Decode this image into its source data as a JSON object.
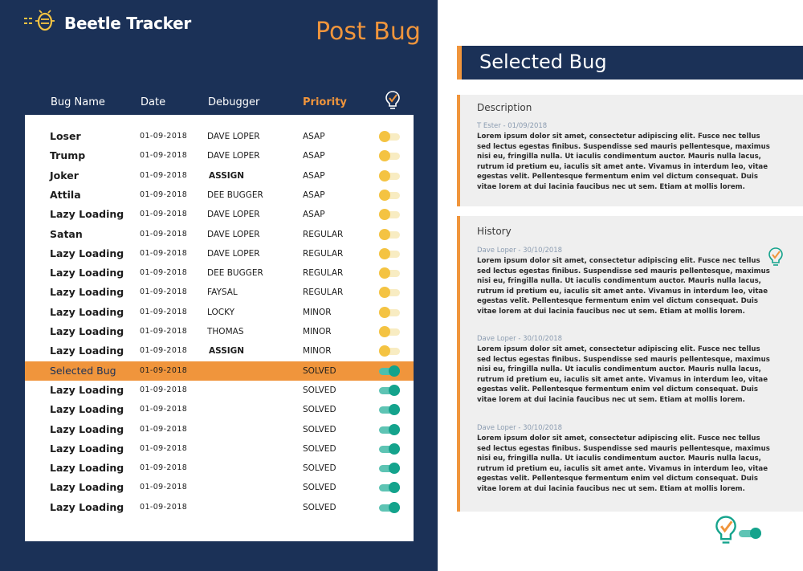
{
  "app": {
    "title": "Beetle Tracker",
    "post_bug_label": "Post Bug"
  },
  "table": {
    "headers": {
      "name": "Bug Name",
      "date": "Date",
      "debugger": "Debugger",
      "priority": "Priority"
    },
    "rows": [
      {
        "name": "Loser",
        "date": "01-09-2018",
        "debugger": "DAVE LOPER",
        "priority": "ASAP",
        "status": "off"
      },
      {
        "name": "Trump",
        "date": "01-09-2018",
        "debugger": "DAVE LOPER",
        "priority": "ASAP",
        "status": "off"
      },
      {
        "name": "Joker",
        "date": "01-09-2018",
        "debugger": "ASSIGN",
        "priority": "ASAP",
        "status": "off"
      },
      {
        "name": "Attila",
        "date": "01-09-2018",
        "debugger": "DEE BUGGER",
        "priority": "ASAP",
        "status": "off"
      },
      {
        "name": "Lazy Loading",
        "date": "01-09-2018",
        "debugger": "DAVE LOPER",
        "priority": "ASAP",
        "status": "off"
      },
      {
        "name": "Satan",
        "date": "01-09-2018",
        "debugger": "DAVE LOPER",
        "priority": "REGULAR",
        "status": "off"
      },
      {
        "name": "Lazy Loading",
        "date": "01-09-2018",
        "debugger": "DAVE LOPER",
        "priority": "REGULAR",
        "status": "off"
      },
      {
        "name": "Lazy Loading",
        "date": "01-09-2018",
        "debugger": "DEE BUGGER",
        "priority": "REGULAR",
        "status": "off"
      },
      {
        "name": "Lazy Loading",
        "date": "01-09-2018",
        "debugger": "FAYSAL",
        "priority": "REGULAR",
        "status": "off"
      },
      {
        "name": "Lazy Loading",
        "date": "01-09-2018",
        "debugger": "LOCKY",
        "priority": "MINOR",
        "status": "off"
      },
      {
        "name": "Lazy Loading",
        "date": "01-09-2018",
        "debugger": "THOMAS",
        "priority": "MINOR",
        "status": "off"
      },
      {
        "name": "Lazy Loading",
        "date": "01-09-2018",
        "debugger": "ASSIGN",
        "priority": "MINOR",
        "status": "off"
      },
      {
        "name": "Selected Bug",
        "date": "01-09-2018",
        "debugger": "",
        "priority": "SOLVED",
        "status": "on",
        "selected": true
      },
      {
        "name": "Lazy Loading",
        "date": "01-09-2018",
        "debugger": "",
        "priority": "SOLVED",
        "status": "on"
      },
      {
        "name": "Lazy Loading",
        "date": "01-09-2018",
        "debugger": "",
        "priority": "SOLVED",
        "status": "on"
      },
      {
        "name": "Lazy Loading",
        "date": "01-09-2018",
        "debugger": "",
        "priority": "SOLVED",
        "status": "on"
      },
      {
        "name": "Lazy Loading",
        "date": "01-09-2018",
        "debugger": "",
        "priority": "SOLVED",
        "status": "on"
      },
      {
        "name": "Lazy Loading",
        "date": "01-09-2018",
        "debugger": "",
        "priority": "SOLVED",
        "status": "on"
      },
      {
        "name": "Lazy Loading",
        "date": "01-09-2018",
        "debugger": "",
        "priority": "SOLVED",
        "status": "on"
      },
      {
        "name": "Lazy Loading",
        "date": "01-09-2018",
        "debugger": "",
        "priority": "SOLVED",
        "status": "on"
      }
    ]
  },
  "selected": {
    "title": "Selected Bug",
    "description": {
      "title": "Description",
      "meta": "T Ester - 01/09/2018",
      "text": "Lorem ipsum dolor sit amet, consectetur adipiscing elit. Fusce nec tellus sed lectus egestas finibus. Suspendisse sed mauris pellentesque, maximus nisi eu, fringilla nulla. Ut iaculis condimentum auctor. Mauris nulla lacus, rutrum id pretium eu, iaculis sit amet ante. Vivamus in interdum leo, vitae egestas velit. Pellentesque fermentum enim vel dictum consequat. Duis vitae lorem at dui lacinia faucibus nec ut sem. Etiam at mollis lorem."
    },
    "history": {
      "title": "History",
      "entries": [
        {
          "meta": "Dave Loper - 30/10/2018",
          "text": "Lorem ipsum dolor sit amet, consectetur adipiscing elit. Fusce nec tellus sed lectus egestas finibus. Suspendisse sed mauris pellentesque, maximus nisi eu, fringilla nulla. Ut iaculis condimentum auctor. Mauris nulla lacus, rutrum id pretium eu, iaculis sit amet ante. Vivamus in interdum leo, vitae egestas velit. Pellentesque fermentum enim vel dictum consequat. Duis vitae lorem at dui lacinia faucibus nec ut sem. Etiam at mollis lorem."
        },
        {
          "meta": "Dave Loper - 30/10/2018",
          "text": "Lorem ipsum dolor sit amet, consectetur adipiscing elit. Fusce nec tellus sed lectus egestas finibus. Suspendisse sed mauris pellentesque, maximus nisi eu, fringilla nulla. Ut iaculis condimentum auctor. Mauris nulla lacus, rutrum id pretium eu, iaculis sit amet ante. Vivamus in interdum leo, vitae egestas velit. Pellentesque fermentum enim vel dictum consequat. Duis vitae lorem at dui lacinia faucibus nec ut sem. Etiam at mollis lorem."
        },
        {
          "meta": "Dave Loper - 30/10/2018",
          "text": "Lorem ipsum dolor sit amet, consectetur adipiscing elit. Fusce nec tellus sed lectus egestas finibus. Suspendisse sed mauris pellentesque, maximus nisi eu, fringilla nulla. Ut iaculis condimentum auctor. Mauris nulla lacus, rutrum id pretium eu, iaculis sit amet ante. Vivamus in interdum leo, vitae egestas velit. Pellentesque fermentum enim vel dictum consequat. Duis vitae lorem at dui lacinia faucibus nec ut sem. Etiam at mollis lorem."
        }
      ]
    }
  },
  "colors": {
    "navy": "#1b3157",
    "orange": "#f0953c",
    "teal": "#14a38c",
    "yellow": "#f4c342",
    "card": "#efefef"
  },
  "icons": {
    "logo": "beetle-icon",
    "header": "bulb-check-icon",
    "footer": "bulb-check-icon"
  }
}
